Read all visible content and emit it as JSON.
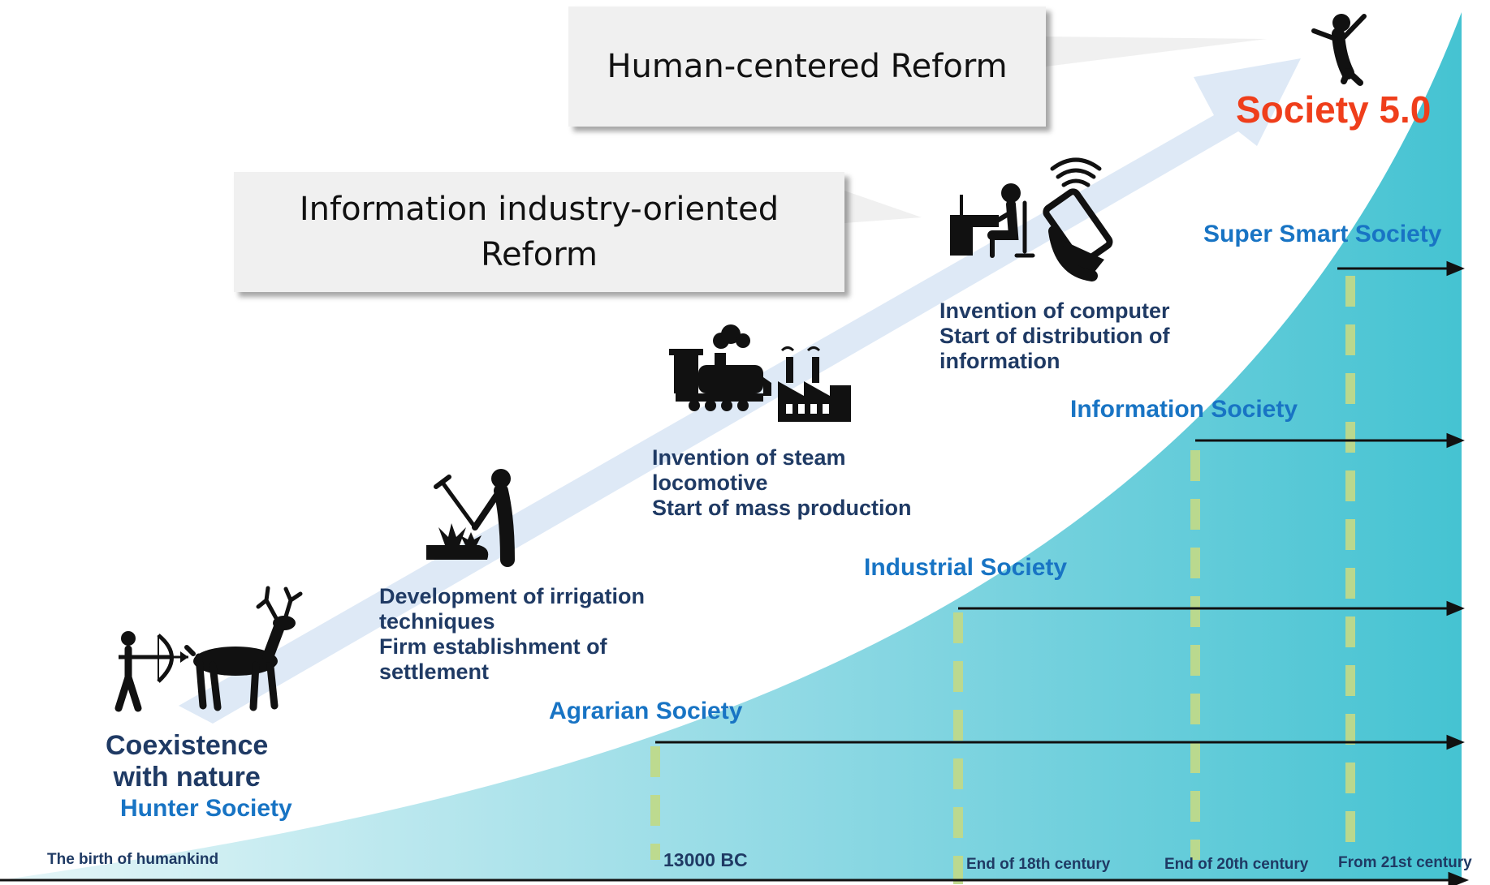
{
  "callouts": {
    "human_centered": "Human-centered Reform",
    "information_line1": "Information industry-oriented",
    "information_line2": "Reform"
  },
  "peak_label": "Society 5.0",
  "stages": {
    "hunter": {
      "line1": "Coexistence",
      "line2": "with nature",
      "society": "Hunter Society"
    },
    "agrarian": {
      "desc": [
        "Development of irrigation",
        "techniques",
        "Firm establishment of",
        "settlement"
      ],
      "society": "Agrarian Society"
    },
    "industrial": {
      "desc": [
        "Invention of steam",
        "locomotive",
        "Start of mass production"
      ],
      "society": "Industrial Society"
    },
    "information": {
      "desc": [
        "Invention of computer",
        "Start of distribution of",
        "information"
      ],
      "society": "Information Society"
    },
    "super_smart": {
      "society": "Super Smart Society"
    }
  },
  "timeline": {
    "birth": "The birth of humankind",
    "bc": "13000 BC",
    "c18": "End of 18th century",
    "c20": "End of 20th century",
    "c21": "From 21st century"
  },
  "icons": [
    "archer-icon",
    "deer-icon",
    "farmer-icon",
    "plant-icon",
    "locomotive-icon",
    "factory-icon",
    "computer-user-icon",
    "smartphone-hand-icon",
    "person-cheering-icon"
  ],
  "colors": {
    "curve_light": "#d9f1f5",
    "curve_dark": "#4ec6d3",
    "arrow_band": "#dbe7f5",
    "dashed_line": "#bfd98a",
    "society_text": "#1874c4",
    "desc_text": "#1f3a64",
    "highlight": "#ef3e1b"
  }
}
